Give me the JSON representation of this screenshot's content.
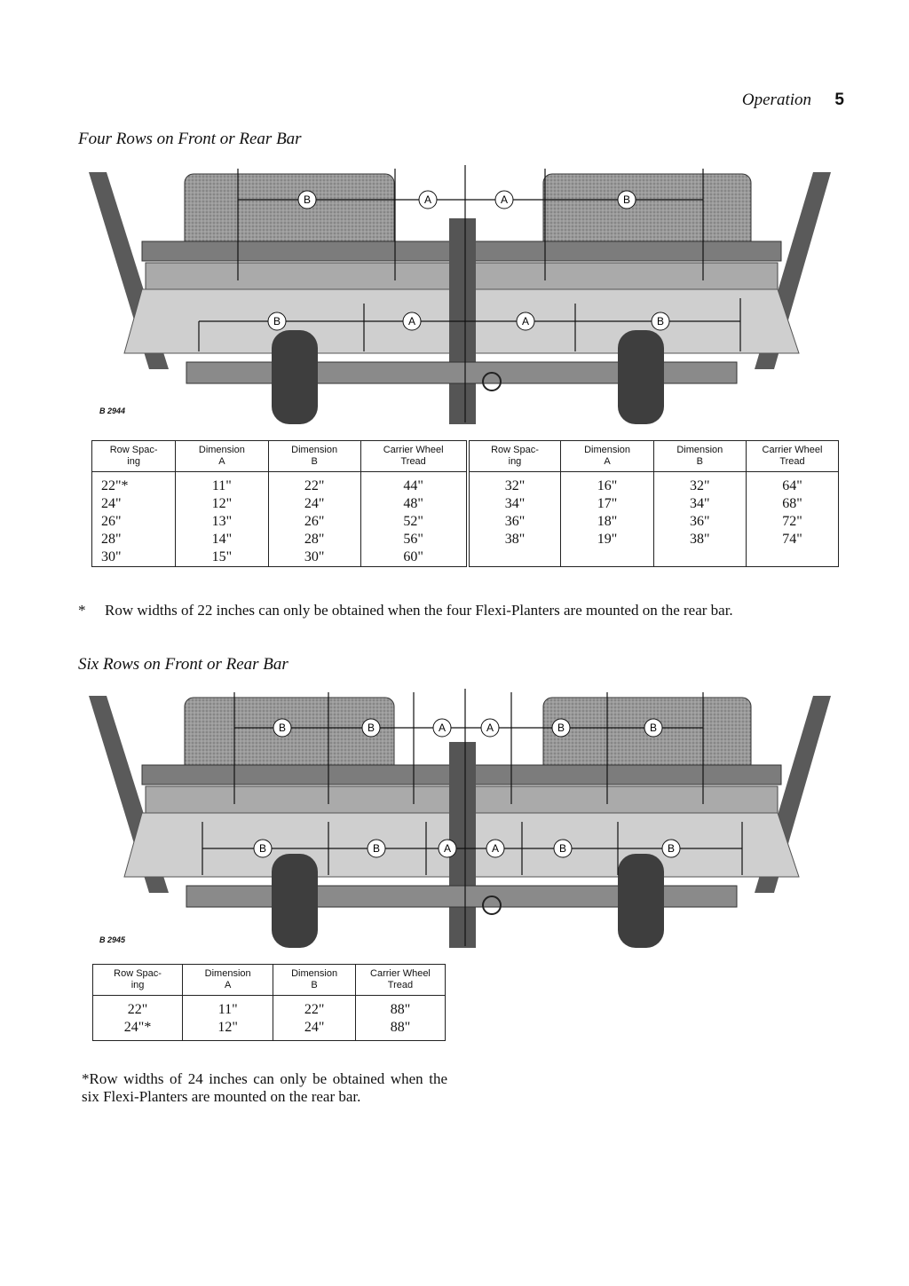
{
  "header": {
    "section": "Operation",
    "page": "5"
  },
  "figure1": {
    "caption": "Four Rows on Front or Rear Bar",
    "fig_no": "B 2944",
    "labels_top": [
      "B",
      "A",
      "A",
      "B"
    ],
    "labels_bottom": [
      "B",
      "A",
      "A",
      "B"
    ]
  },
  "table1": {
    "headers": [
      "Row Spac-ing",
      "Dimension A",
      "Dimension B",
      "Carrier Wheel Tread",
      "Row Spac-ing",
      "Dimension A",
      "Dimension B",
      "Carrier Wheel Tread"
    ],
    "columns": [
      [
        "22\"*",
        "24\"",
        "26\"",
        "28\"",
        "30\""
      ],
      [
        "11\"",
        "12\"",
        "13\"",
        "14\"",
        "15\""
      ],
      [
        "22\"",
        "24\"",
        "26\"",
        "28\"",
        "30\""
      ],
      [
        "44\"",
        "48\"",
        "52\"",
        "56\"",
        "60\""
      ],
      [
        "32\"",
        "34\"",
        "36\"",
        "38\""
      ],
      [
        "16\"",
        "17\"",
        "18\"",
        "19\""
      ],
      [
        "32\"",
        "34\"",
        "36\"",
        "38\""
      ],
      [
        "64\"",
        "68\"",
        "72\"",
        "74\""
      ]
    ]
  },
  "note1": {
    "marker": "*",
    "text": "Row widths of 22 inches can only be obtained when the four Flexi-Planters are mounted on the rear bar."
  },
  "figure2": {
    "caption": "Six Rows on Front or Rear Bar",
    "fig_no": "B 2945",
    "labels_top": [
      "B",
      "B",
      "A",
      "A",
      "B",
      "B"
    ],
    "labels_bottom": [
      "B",
      "B",
      "A",
      "A",
      "B",
      "B"
    ]
  },
  "table2": {
    "headers": [
      "Row Spac-ing",
      "Dimension A",
      "Dimension B",
      "Carrier Wheel Tread"
    ],
    "columns": [
      [
        "22\"",
        "24\"*"
      ],
      [
        "11\"",
        "12\""
      ],
      [
        "22\"",
        "24\""
      ],
      [
        "88\"",
        "88\""
      ]
    ]
  },
  "note2": {
    "text": "*Row widths of 24 inches can only be obtained when the six Flexi-Planters are mounted on the rear bar."
  },
  "colors": {
    "ink": "#111111",
    "photo_dark": "#3a3a3a",
    "photo_mid": "#8a8a8a",
    "photo_light": "#c9c9c9"
  }
}
